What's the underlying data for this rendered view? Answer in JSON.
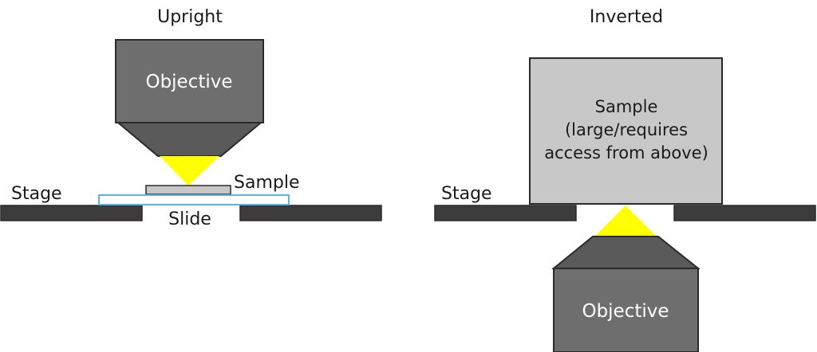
{
  "upright": {
    "title": "Upright",
    "objective_label": "Objective",
    "sample_label": "Sample",
    "stage_label": "Stage",
    "slide_label": "Slide"
  },
  "inverted": {
    "title": "Inverted",
    "sample_lines": [
      "Sample",
      "(large/requires",
      "access from above)"
    ],
    "stage_label": "Stage",
    "objective_label": "Objective"
  },
  "colors": {
    "objective_body": "#6e6e6e",
    "objective_nose": "#5a5a5a",
    "outline": "#2a2a2a",
    "stage": "#3c3c3c",
    "light_cone": "#ffff00",
    "sample_gray": "#c8c8c8",
    "slide_outline": "#5ab4e6",
    "text_dark": "#1a1a1a",
    "text_light": "#ffffff"
  }
}
